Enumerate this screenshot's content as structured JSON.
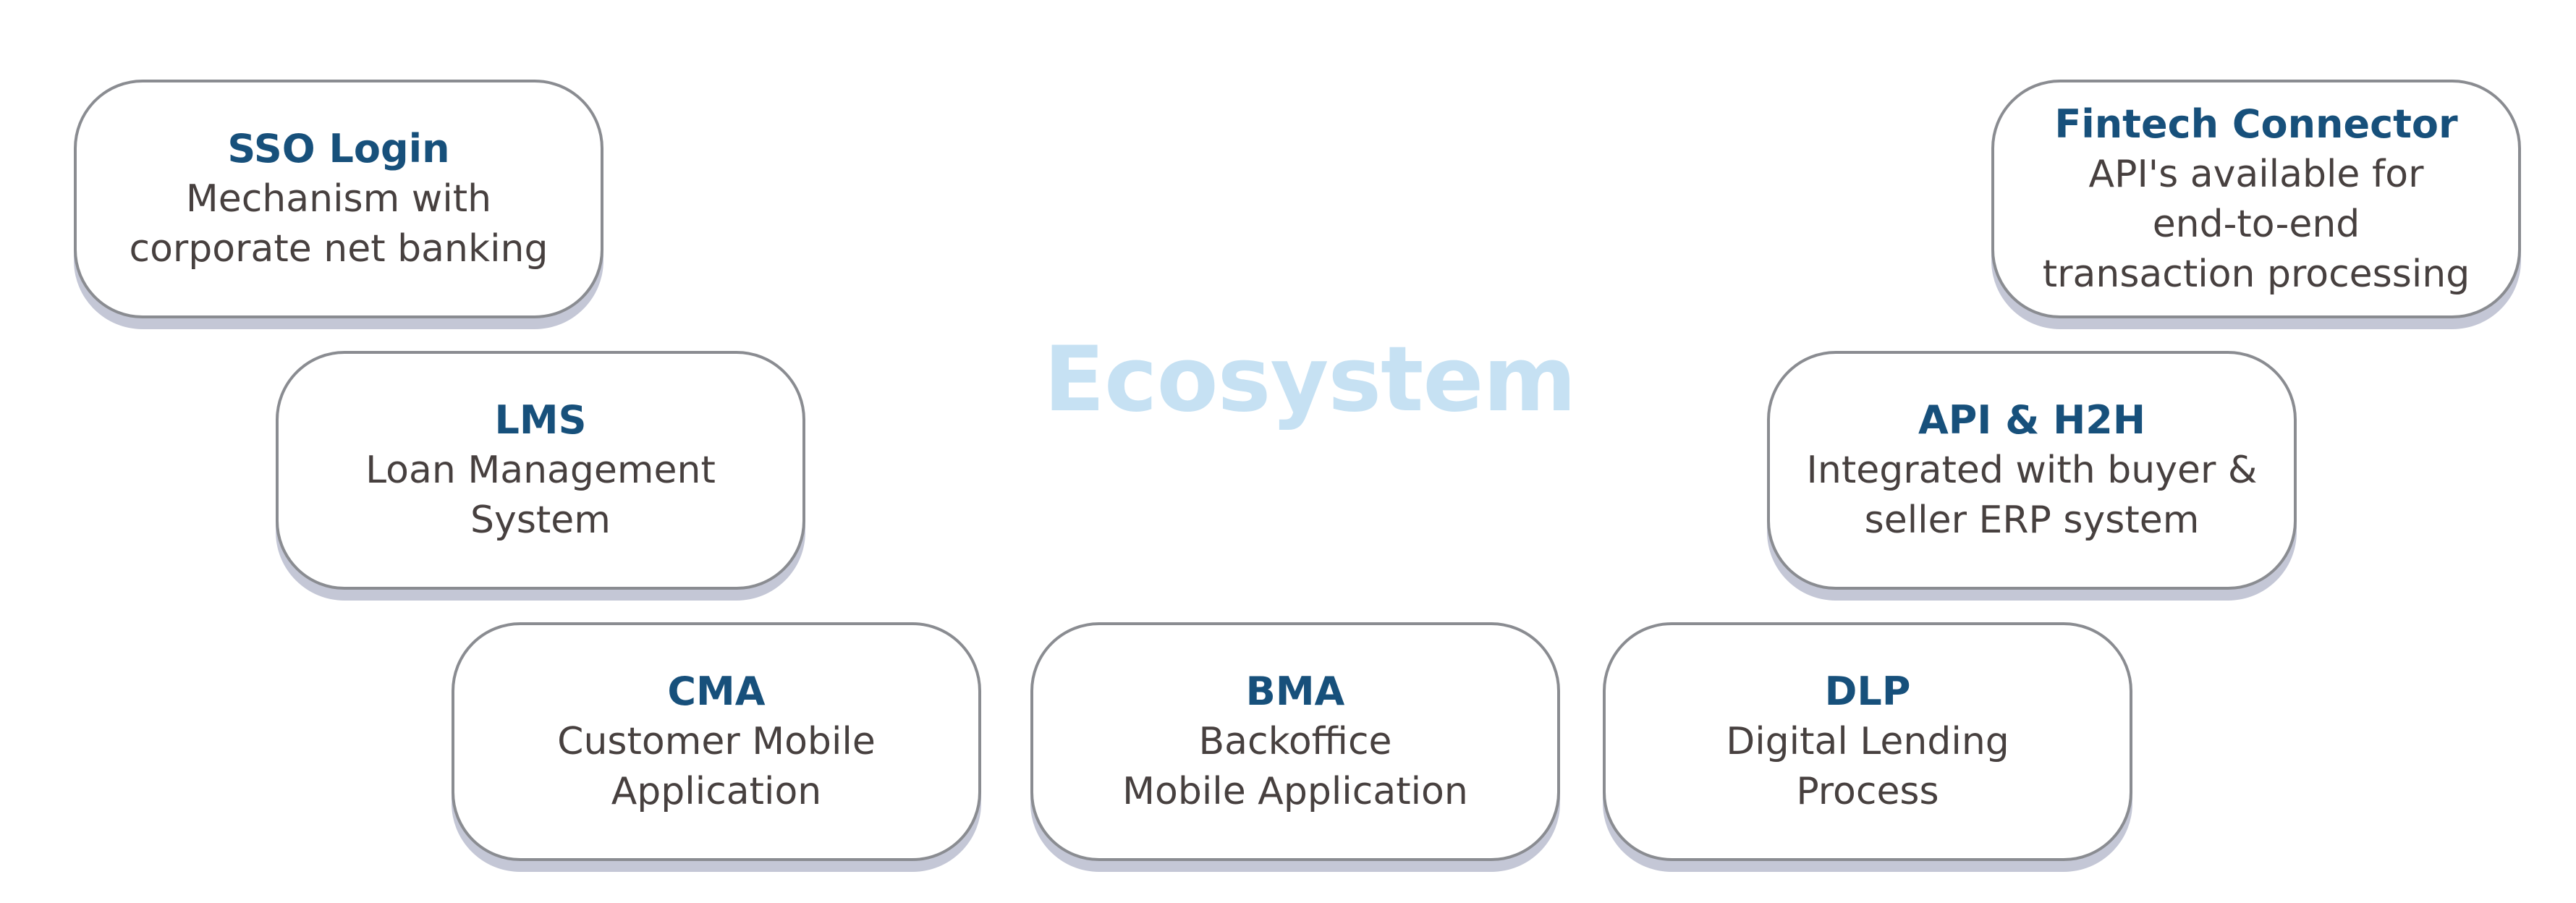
{
  "diagram": {
    "center_title": "Ecosystem",
    "cards": {
      "sso": {
        "title": "SSO Login",
        "lines": [
          "Mechanism with",
          "corporate net banking"
        ]
      },
      "fintech": {
        "title": "Fintech Connector",
        "lines": [
          "API's available for",
          "end-to-end",
          "transaction processing"
        ]
      },
      "lms": {
        "title": "LMS",
        "lines": [
          "Loan Management",
          "System"
        ]
      },
      "api": {
        "title": "API & H2H",
        "lines": [
          "Integrated with buyer &",
          "seller ERP system"
        ]
      },
      "cma": {
        "title": "CMA",
        "lines": [
          "Customer Mobile",
          "Application"
        ]
      },
      "bma": {
        "title": "BMA",
        "lines": [
          "Backoffice",
          "Mobile Application"
        ]
      },
      "dlp": {
        "title": "DLP",
        "lines": [
          "Digital Lending",
          "Process"
        ]
      }
    }
  },
  "colors": {
    "title_blue": "#17507b",
    "body_text": "#47403f",
    "center_text": "#c6e1f3",
    "card_border": "#8a8c91",
    "card_shadow": "#c4c7d6"
  }
}
